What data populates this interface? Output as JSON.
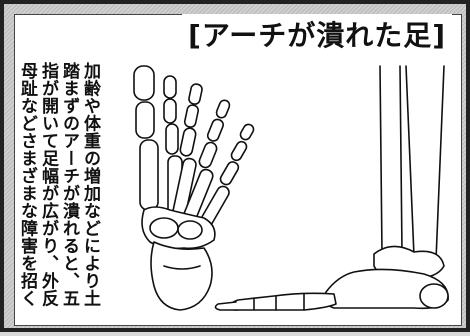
{
  "title": "[アーチが潰れた足]",
  "body_text": {
    "lines": [
      "加齢や体重の増加などにより土",
      "踏まずのアーチが潰れると、五",
      "指が開いて足幅が広がり、外反",
      "母趾などさまざまな障害を招く"
    ]
  }
}
